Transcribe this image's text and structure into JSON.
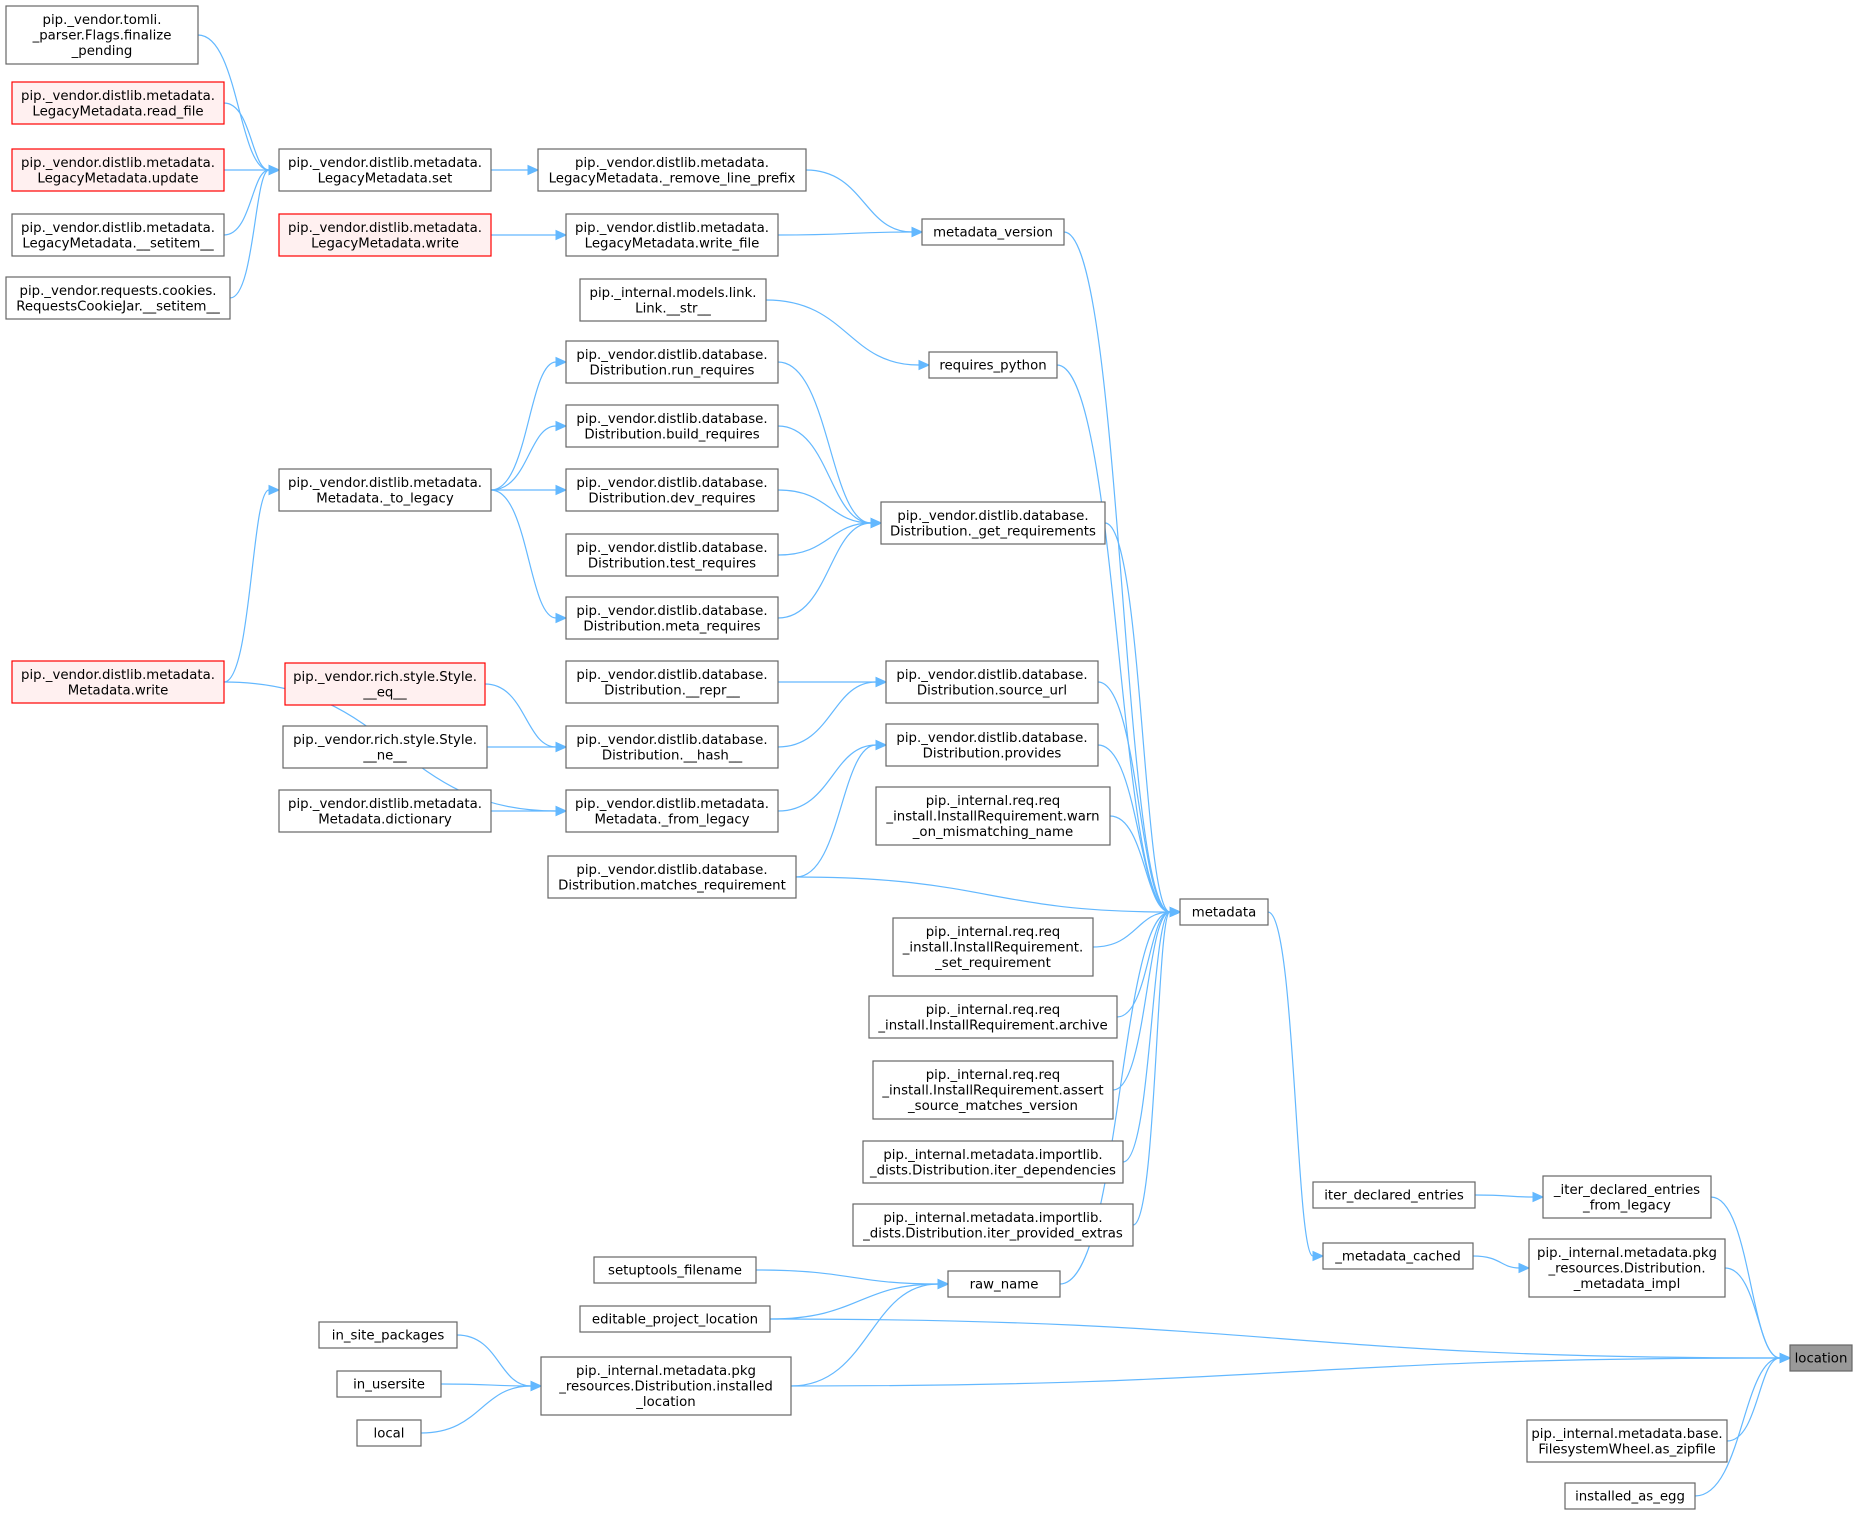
{
  "colors": {
    "edge": "#63b8ff",
    "node_border": "#666666",
    "node_fill": "#ffffff",
    "undocumented_border": "#ff0000",
    "undocumented_fill": "#fff0f0",
    "focus_fill": "#999999"
  },
  "nodes": [
    {
      "id": "tomli_finalize",
      "lines": [
        "pip._vendor.tomli.",
        "_parser.Flags.finalize",
        "_pending"
      ],
      "style": "normal"
    },
    {
      "id": "lm_read_file",
      "lines": [
        "pip._vendor.distlib.metadata.",
        "LegacyMetadata.read_file"
      ],
      "style": "red"
    },
    {
      "id": "lm_update",
      "lines": [
        "pip._vendor.distlib.metadata.",
        "LegacyMetadata.update"
      ],
      "style": "red"
    },
    {
      "id": "lm_setitem",
      "lines": [
        "pip._vendor.distlib.metadata.",
        "LegacyMetadata.__setitem__"
      ],
      "style": "normal"
    },
    {
      "id": "rcj_setitem",
      "lines": [
        "pip._vendor.requests.cookies.",
        "RequestsCookieJar.__setitem__"
      ],
      "style": "normal"
    },
    {
      "id": "lm_set",
      "lines": [
        "pip._vendor.distlib.metadata.",
        "LegacyMetadata.set"
      ],
      "style": "normal"
    },
    {
      "id": "lm_write",
      "lines": [
        "pip._vendor.distlib.metadata.",
        "LegacyMetadata.write"
      ],
      "style": "red"
    },
    {
      "id": "lm_remove_prefix",
      "lines": [
        "pip._vendor.distlib.metadata.",
        "LegacyMetadata._remove_line_prefix"
      ],
      "style": "normal"
    },
    {
      "id": "lm_write_file",
      "lines": [
        "pip._vendor.distlib.metadata.",
        "LegacyMetadata.write_file"
      ],
      "style": "normal"
    },
    {
      "id": "metadata_version",
      "lines": [
        "metadata_version"
      ],
      "style": "normal"
    },
    {
      "id": "link_str",
      "lines": [
        "pip._internal.models.link.",
        "Link.__str__"
      ],
      "style": "normal"
    },
    {
      "id": "requires_python",
      "lines": [
        "requires_python"
      ],
      "style": "normal"
    },
    {
      "id": "run_requires",
      "lines": [
        "pip._vendor.distlib.database.",
        "Distribution.run_requires"
      ],
      "style": "normal"
    },
    {
      "id": "build_requires",
      "lines": [
        "pip._vendor.distlib.database.",
        "Distribution.build_requires"
      ],
      "style": "normal"
    },
    {
      "id": "dev_requires",
      "lines": [
        "pip._vendor.distlib.database.",
        "Distribution.dev_requires"
      ],
      "style": "normal"
    },
    {
      "id": "test_requires",
      "lines": [
        "pip._vendor.distlib.database.",
        "Distribution.test_requires"
      ],
      "style": "normal"
    },
    {
      "id": "meta_requires",
      "lines": [
        "pip._vendor.distlib.database.",
        "Distribution.meta_requires"
      ],
      "style": "normal"
    },
    {
      "id": "to_legacy",
      "lines": [
        "pip._vendor.distlib.metadata.",
        "Metadata._to_legacy"
      ],
      "style": "normal"
    },
    {
      "id": "get_requirements",
      "lines": [
        "pip._vendor.distlib.database.",
        "Distribution._get_requirements"
      ],
      "style": "normal"
    },
    {
      "id": "md_write",
      "lines": [
        "pip._vendor.distlib.metadata.",
        "Metadata.write"
      ],
      "style": "red"
    },
    {
      "id": "style_eq",
      "lines": [
        "pip._vendor.rich.style.Style.",
        "__eq__"
      ],
      "style": "red"
    },
    {
      "id": "style_ne",
      "lines": [
        "pip._vendor.rich.style.Style.",
        "__ne__"
      ],
      "style": "normal"
    },
    {
      "id": "md_dictionary",
      "lines": [
        "pip._vendor.distlib.metadata.",
        "Metadata.dictionary"
      ],
      "style": "normal"
    },
    {
      "id": "dist_repr",
      "lines": [
        "pip._vendor.distlib.database.",
        "Distribution.__repr__"
      ],
      "style": "normal"
    },
    {
      "id": "dist_hash",
      "lines": [
        "pip._vendor.distlib.database.",
        "Distribution.__hash__"
      ],
      "style": "normal"
    },
    {
      "id": "from_legacy",
      "lines": [
        "pip._vendor.distlib.metadata.",
        "Metadata._from_legacy"
      ],
      "style": "normal"
    },
    {
      "id": "source_url",
      "lines": [
        "pip._vendor.distlib.database.",
        "Distribution.source_url"
      ],
      "style": "normal"
    },
    {
      "id": "provides",
      "lines": [
        "pip._vendor.distlib.database.",
        "Distribution.provides"
      ],
      "style": "normal"
    },
    {
      "id": "matches_req",
      "lines": [
        "pip._vendor.distlib.database.",
        "Distribution.matches_requirement"
      ],
      "style": "normal"
    },
    {
      "id": "warn_mismatch",
      "lines": [
        "pip._internal.req.req",
        "_install.InstallRequirement.warn",
        "_on_mismatching_name"
      ],
      "style": "normal"
    },
    {
      "id": "set_requirement",
      "lines": [
        "pip._internal.req.req",
        "_install.InstallRequirement.",
        "_set_requirement"
      ],
      "style": "normal"
    },
    {
      "id": "archive",
      "lines": [
        "pip._internal.req.req",
        "_install.InstallRequirement.archive"
      ],
      "style": "normal"
    },
    {
      "id": "assert_source",
      "lines": [
        "pip._internal.req.req",
        "_install.InstallRequirement.assert",
        "_source_matches_version"
      ],
      "style": "normal"
    },
    {
      "id": "iter_dependencies",
      "lines": [
        "pip._internal.metadata.importlib.",
        "_dists.Distribution.iter_dependencies"
      ],
      "style": "normal"
    },
    {
      "id": "iter_provided_extras",
      "lines": [
        "pip._internal.metadata.importlib.",
        "_dists.Distribution.iter_provided_extras"
      ],
      "style": "normal"
    },
    {
      "id": "metadata",
      "lines": [
        "metadata"
      ],
      "style": "normal"
    },
    {
      "id": "setuptools_filename",
      "lines": [
        "setuptools_filename"
      ],
      "style": "normal"
    },
    {
      "id": "editable_project_location",
      "lines": [
        "editable_project_location"
      ],
      "style": "normal"
    },
    {
      "id": "raw_name",
      "lines": [
        "raw_name"
      ],
      "style": "normal"
    },
    {
      "id": "in_site_packages",
      "lines": [
        "in_site_packages"
      ],
      "style": "normal"
    },
    {
      "id": "in_usersite",
      "lines": [
        "in_usersite"
      ],
      "style": "normal"
    },
    {
      "id": "local",
      "lines": [
        "local"
      ],
      "style": "normal"
    },
    {
      "id": "installed_location",
      "lines": [
        "pip._internal.metadata.pkg",
        "_resources.Distribution.installed",
        "_location"
      ],
      "style": "normal"
    },
    {
      "id": "iter_declared_entries",
      "lines": [
        "iter_declared_entries"
      ],
      "style": "normal"
    },
    {
      "id": "iter_declared_legacy",
      "lines": [
        "_iter_declared_entries",
        "_from_legacy"
      ],
      "style": "normal"
    },
    {
      "id": "metadata_cached",
      "lines": [
        "_metadata_cached"
      ],
      "style": "normal"
    },
    {
      "id": "metadata_impl",
      "lines": [
        "pip._internal.metadata.pkg",
        "_resources.Distribution.",
        "_metadata_impl"
      ],
      "style": "normal"
    },
    {
      "id": "as_zipfile",
      "lines": [
        "pip._internal.metadata.base.",
        "FilesystemWheel.as_zipfile"
      ],
      "style": "normal"
    },
    {
      "id": "installed_as_egg",
      "lines": [
        "installed_as_egg"
      ],
      "style": "normal"
    },
    {
      "id": "location",
      "lines": [
        "location"
      ],
      "style": "focus"
    }
  ],
  "edges": [
    [
      "tomli_finalize",
      "lm_set"
    ],
    [
      "lm_read_file",
      "lm_set"
    ],
    [
      "lm_update",
      "lm_set"
    ],
    [
      "lm_setitem",
      "lm_set"
    ],
    [
      "rcj_setitem",
      "lm_set"
    ],
    [
      "lm_set",
      "lm_remove_prefix"
    ],
    [
      "lm_write",
      "lm_write_file"
    ],
    [
      "lm_remove_prefix",
      "metadata_version"
    ],
    [
      "lm_write_file",
      "metadata_version"
    ],
    [
      "link_str",
      "requires_python"
    ],
    [
      "to_legacy",
      "run_requires"
    ],
    [
      "to_legacy",
      "build_requires"
    ],
    [
      "to_legacy",
      "dev_requires"
    ],
    [
      "to_legacy",
      "meta_requires"
    ],
    [
      "md_write",
      "to_legacy"
    ],
    [
      "run_requires",
      "get_requirements"
    ],
    [
      "build_requires",
      "get_requirements"
    ],
    [
      "dev_requires",
      "get_requirements"
    ],
    [
      "test_requires",
      "get_requirements"
    ],
    [
      "meta_requires",
      "get_requirements"
    ],
    [
      "style_eq",
      "dist_hash"
    ],
    [
      "style_ne",
      "dist_hash"
    ],
    [
      "md_dictionary",
      "from_legacy"
    ],
    [
      "md_write",
      "from_legacy"
    ],
    [
      "dist_repr",
      "source_url"
    ],
    [
      "dist_hash",
      "source_url"
    ],
    [
      "from_legacy",
      "provides"
    ],
    [
      "matches_req",
      "provides"
    ],
    [
      "metadata_version",
      "metadata"
    ],
    [
      "requires_python",
      "metadata"
    ],
    [
      "get_requirements",
      "metadata"
    ],
    [
      "source_url",
      "metadata"
    ],
    [
      "provides",
      "metadata"
    ],
    [
      "warn_mismatch",
      "metadata"
    ],
    [
      "matches_req",
      "metadata"
    ],
    [
      "set_requirement",
      "metadata"
    ],
    [
      "archive",
      "metadata"
    ],
    [
      "assert_source",
      "metadata"
    ],
    [
      "iter_dependencies",
      "metadata"
    ],
    [
      "iter_provided_extras",
      "metadata"
    ],
    [
      "raw_name",
      "metadata"
    ],
    [
      "metadata",
      "metadata_cached"
    ],
    [
      "setuptools_filename",
      "raw_name"
    ],
    [
      "editable_project_location",
      "raw_name"
    ],
    [
      "installed_location",
      "raw_name"
    ],
    [
      "in_site_packages",
      "installed_location"
    ],
    [
      "in_usersite",
      "installed_location"
    ],
    [
      "local",
      "installed_location"
    ],
    [
      "iter_declared_entries",
      "iter_declared_legacy"
    ],
    [
      "metadata_cached",
      "metadata_impl"
    ],
    [
      "iter_declared_legacy",
      "location"
    ],
    [
      "metadata_impl",
      "location"
    ],
    [
      "editable_project_location",
      "location"
    ],
    [
      "installed_location",
      "location"
    ],
    [
      "as_zipfile",
      "location"
    ],
    [
      "installed_as_egg",
      "location"
    ]
  ]
}
